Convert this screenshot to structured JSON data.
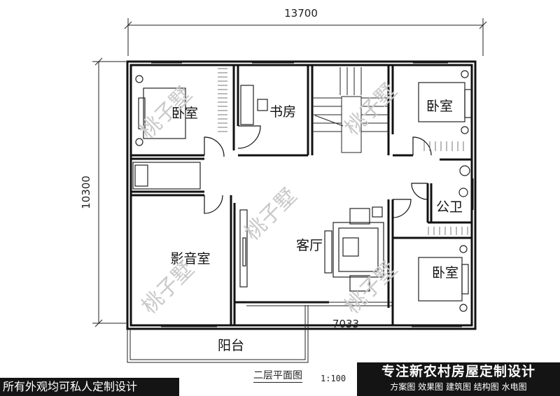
{
  "dimensions": {
    "overall_width": "13700",
    "overall_depth": "10300",
    "partial_width": "7033"
  },
  "rooms": {
    "bedroom_top_left": "卧室",
    "study": "书房",
    "bedroom_top_right": "卧室",
    "public_bathroom": "公卫",
    "theater_room": "影音室",
    "living_room": "客厅",
    "bedroom_bottom_right": "卧室",
    "balcony": "阳台"
  },
  "watermark": "桃子墅",
  "caption": {
    "title": "二层平面图",
    "scale": "1:100"
  },
  "banners": {
    "left": "所有外观均可私人定制设计",
    "right_title": "专注新农村房屋定制设计",
    "right_services": "方案图 效果图 建筑图 结构图 水电图"
  },
  "colors": {
    "wall": "#111111",
    "watermark": "#c9c9c9",
    "banner_bg": "#141414"
  }
}
